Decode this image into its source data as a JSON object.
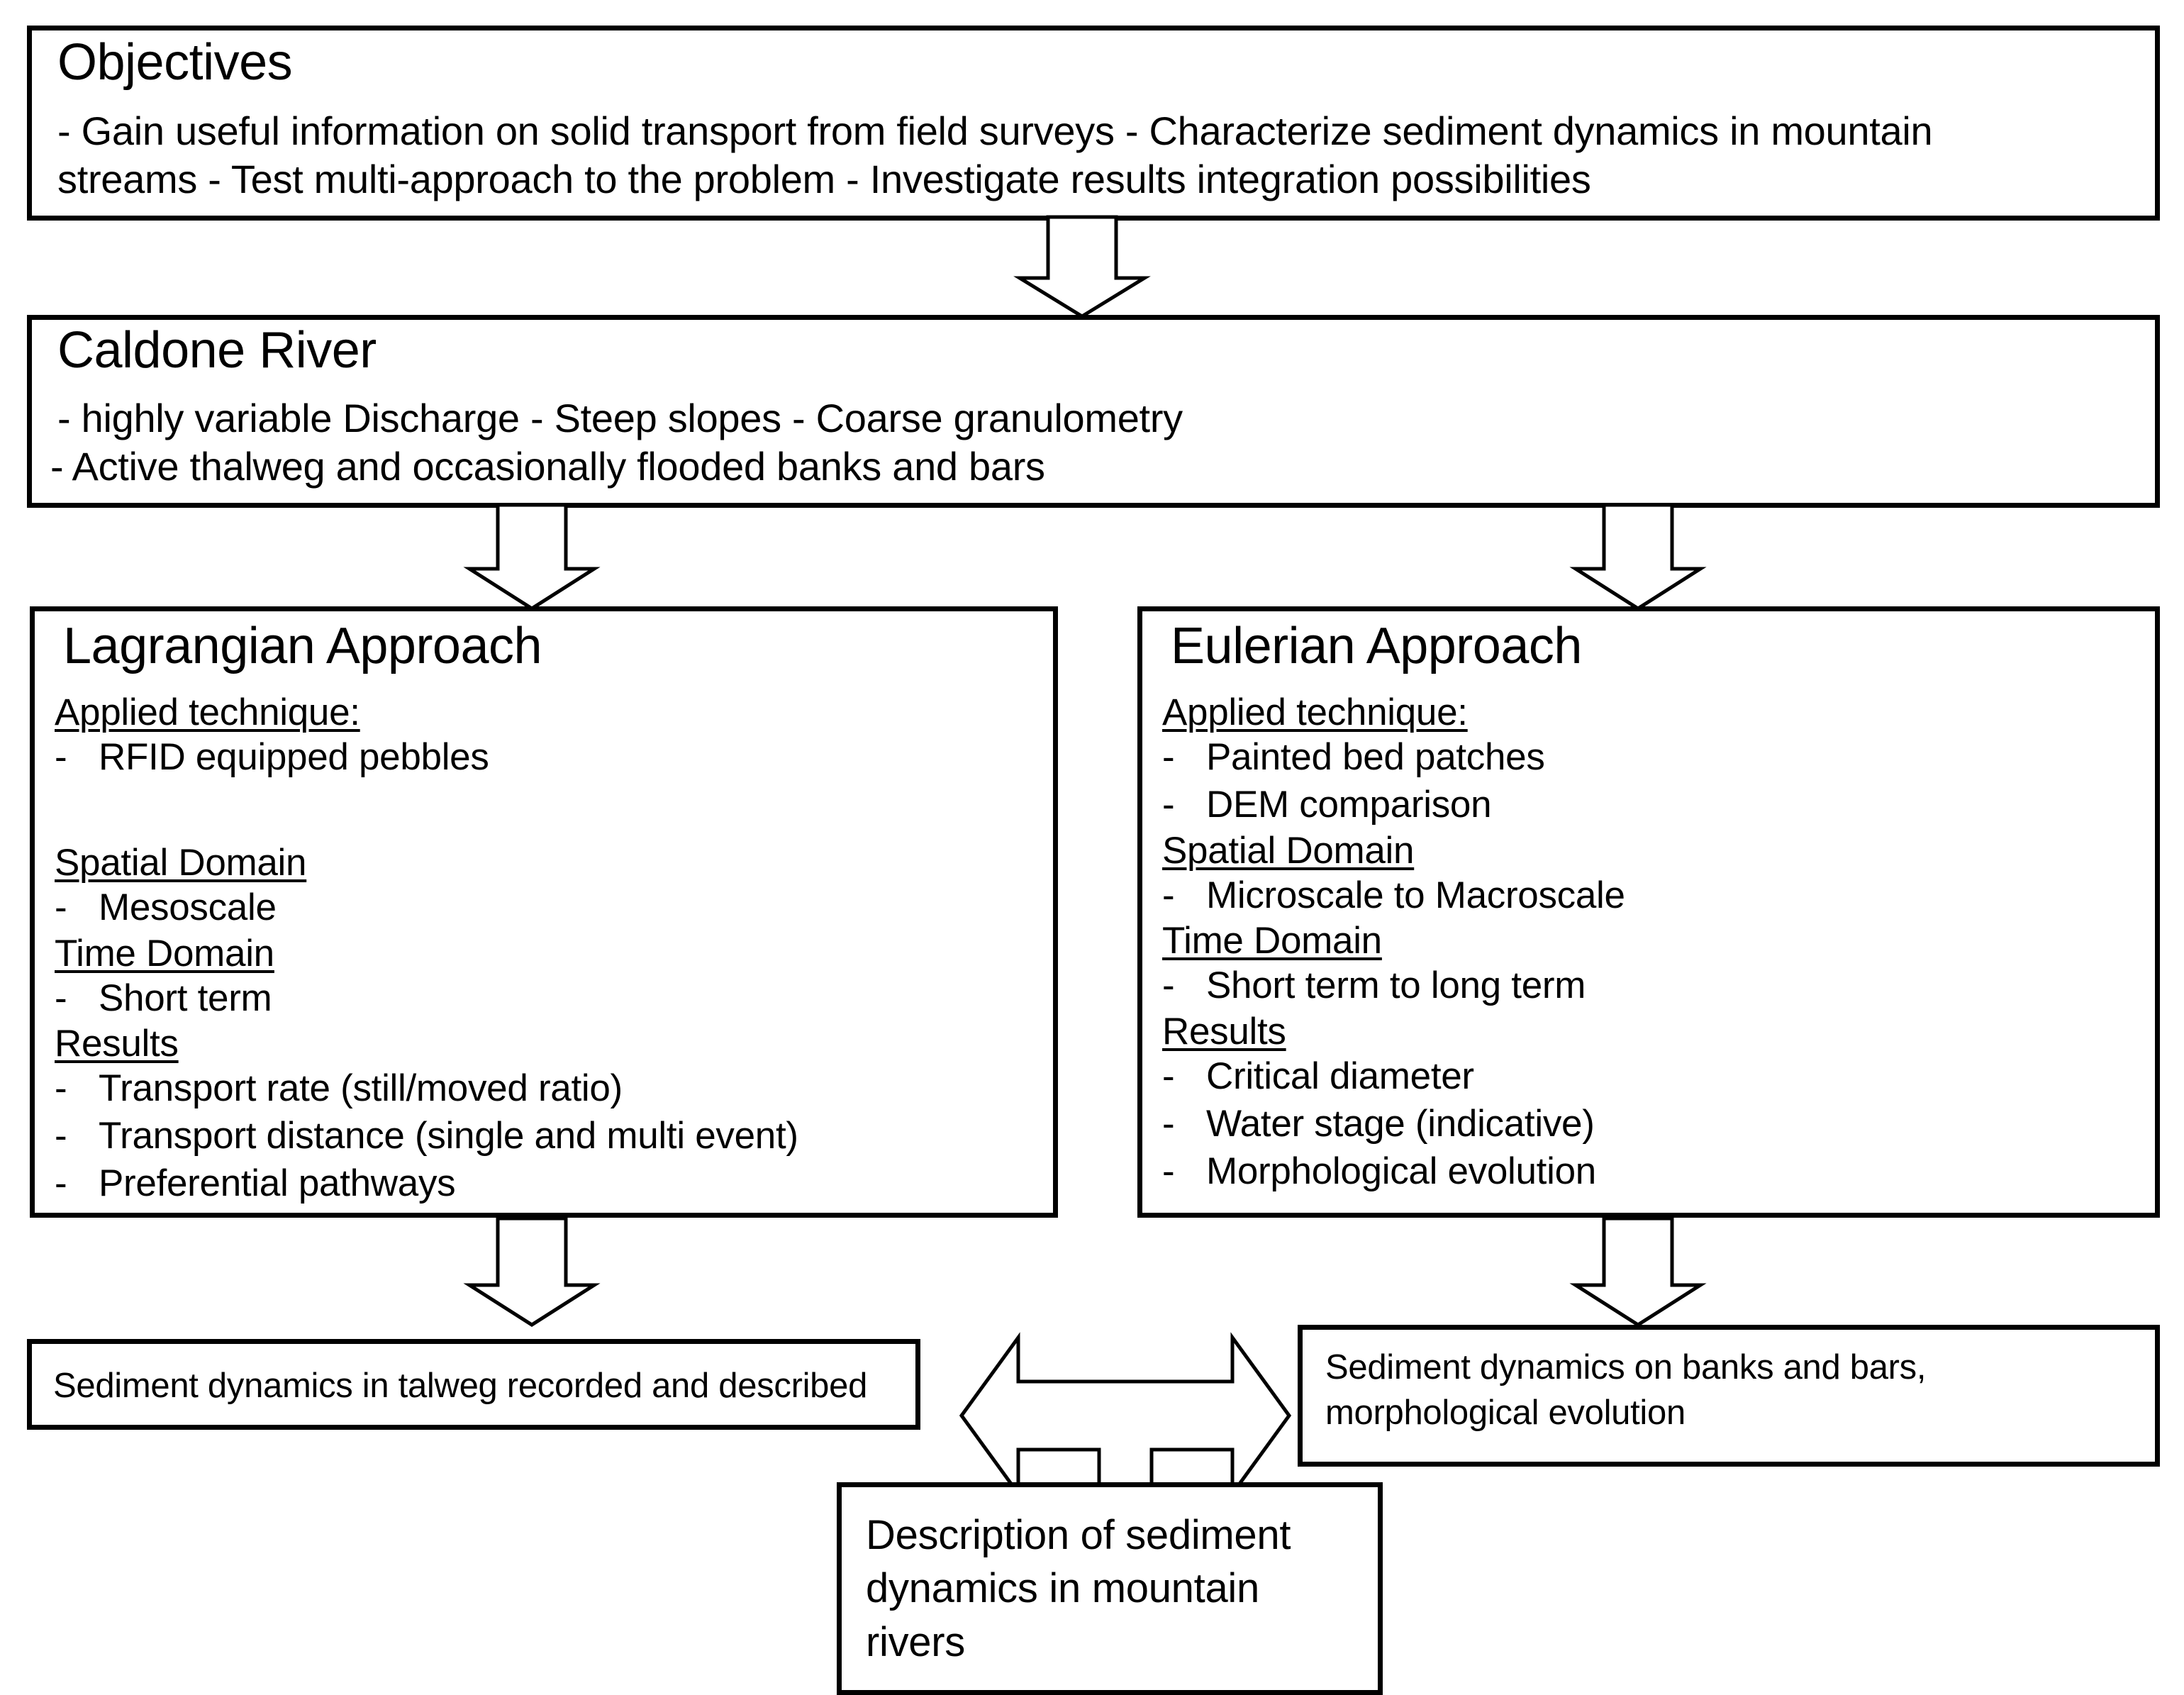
{
  "diagram": {
    "title": "Sediment dynamics research flowchart",
    "colors": {
      "stroke": "#000000",
      "fill": "#ffffff"
    }
  },
  "objectives": {
    "title": "Objectives",
    "line1": "- Gain useful information on solid transport from field surveys     - Characterize sediment dynamics in mountain",
    "line2": "streams      - Test multi-approach to the problem    - Investigate results integration possibilities"
  },
  "caldone": {
    "title": "Caldone River",
    "line1": "- highly variable Discharge          - Steep slopes        - Coarse granulometry",
    "line2": "- Active thalweg and occasionally flooded banks and bars"
  },
  "lagrangian": {
    "title": "Lagrangian Approach",
    "sections": [
      {
        "heading": "Applied technique:",
        "items": [
          "RFID equipped pebbles"
        ],
        "gap_after": true
      },
      {
        "heading": "Spatial Domain",
        "items": [
          "Mesoscale"
        ],
        "gap_after": false
      },
      {
        "heading": "Time Domain",
        "items": [
          "Short term"
        ],
        "gap_after": false
      },
      {
        "heading": "Results",
        "items": [
          "Transport rate (still/moved ratio)",
          "Transport distance (single and multi event)",
          "Preferential pathways"
        ],
        "gap_after": false
      }
    ]
  },
  "eulerian": {
    "title": "Eulerian Approach",
    "sections": [
      {
        "heading": "Applied technique:",
        "items": [
          "Painted bed patches",
          "DEM comparison"
        ],
        "gap_after": false
      },
      {
        "heading": "Spatial Domain",
        "items": [
          "Microscale to Macroscale"
        ],
        "gap_after": false
      },
      {
        "heading": "Time Domain",
        "items": [
          "Short term to long term"
        ],
        "gap_after": false
      },
      {
        "heading": "Results",
        "items": [
          "Critical diameter",
          "Water stage (indicative)",
          "Morphological evolution"
        ],
        "gap_after": false
      }
    ]
  },
  "outcome_talweg": {
    "text": "Sediment dynamics in talweg recorded and described"
  },
  "outcome_banks": {
    "text": "Sediment dynamics on banks and bars, morphological evolution"
  },
  "final": {
    "text": "Description of sediment dynamics in mountain rivers"
  },
  "bullet": {
    "dash": "-"
  },
  "arrows": [
    {
      "name": "arrow-objectives-to-caldone",
      "direction": "down"
    },
    {
      "name": "arrow-caldone-to-lagrangian",
      "direction": "down"
    },
    {
      "name": "arrow-caldone-to-eulerian",
      "direction": "down"
    },
    {
      "name": "arrow-lagrangian-to-talweg",
      "direction": "down"
    },
    {
      "name": "arrow-eulerian-to-banks",
      "direction": "down"
    },
    {
      "name": "arrow-three-way-junction",
      "direction": "left-right-down"
    }
  ]
}
